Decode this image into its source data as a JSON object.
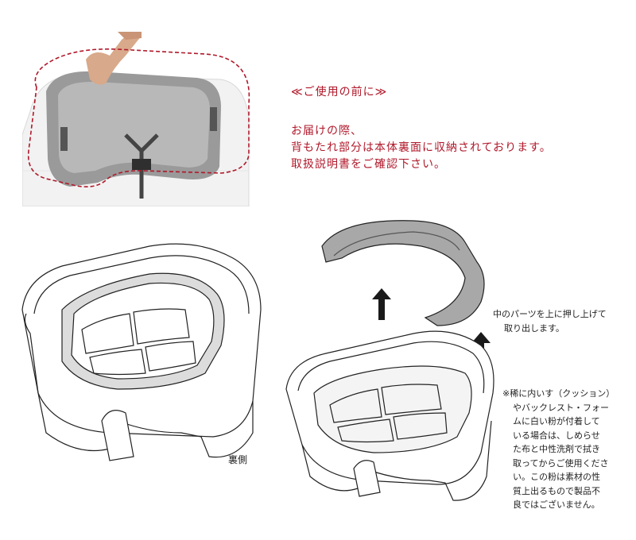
{
  "notice": {
    "heading": "≪ご使用の前に≫",
    "lines": [
      "お届けの際、",
      "背もたれ部分は本体裏面に収納されております。",
      "取扱説明書をご確認下さい。"
    ],
    "color": "#b0182a"
  },
  "labels": {
    "back_side": "裏側",
    "lift_instruction": [
      "中のパーツを上に押し上げて",
      "取り出します。"
    ],
    "caution": [
      "※稀に内いす（クッション）",
      "やバックレスト・フォー",
      "ムに白い粉が付着して",
      "いる場合は、しめらせ",
      "た布と中性洗剤で拭き",
      "取ってからご使用くださ",
      "い。この粉は素材の性",
      "質上出るもので製品不",
      "良ではございません。"
    ]
  }
}
